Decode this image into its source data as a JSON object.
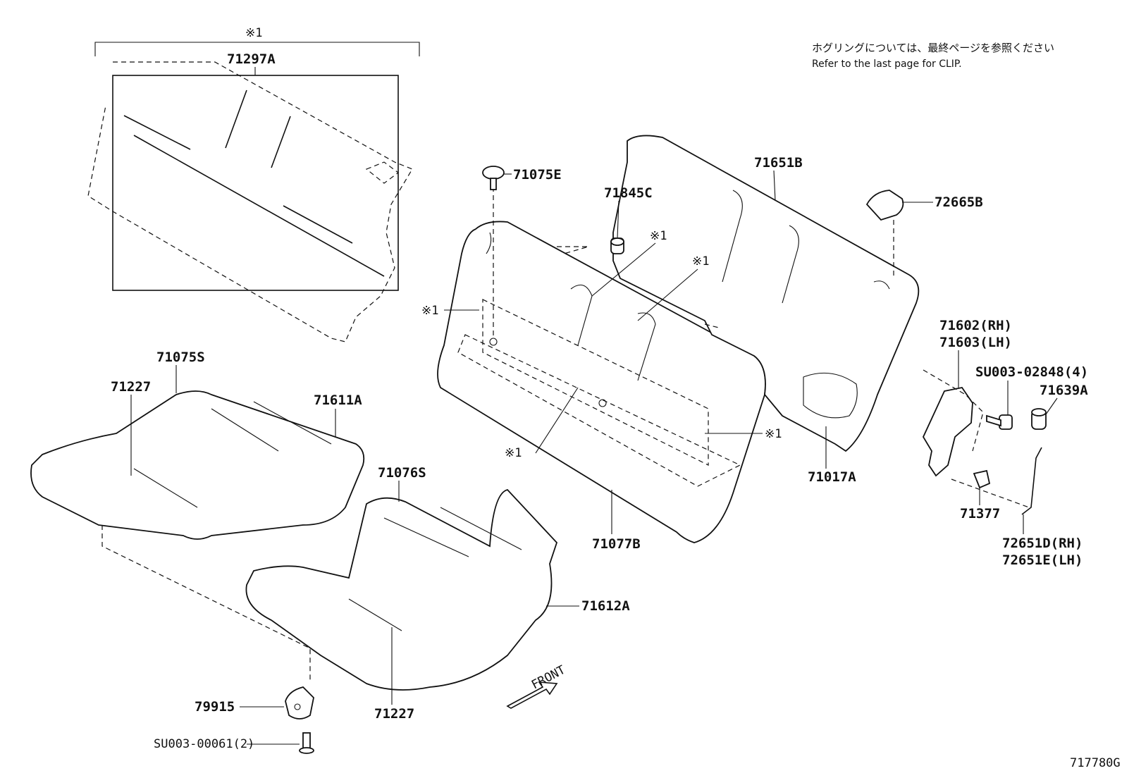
{
  "notes": {
    "jp": "ホグリングについては、最終ページを参照ください",
    "en": "Refer to the last page for CLIP."
  },
  "diagram_id": "717780G",
  "mark": "※1",
  "front_label": "FRONT",
  "parts": {
    "p71297A": "71297A",
    "p71075E": "71075E",
    "p71845C": "71845C",
    "p71651B": "71651B",
    "p72665B": "72665B",
    "p71602": "71602(RH)",
    "p71603": "71603(LH)",
    "pSU00302848": "SU003-02848(4)",
    "p71639A": "71639A",
    "p71017A": "71017A",
    "p71377": "71377",
    "p72651D": "72651D(RH)",
    "p72651E": "72651E(LH)",
    "p71077B": "71077B",
    "p71075S": "71075S",
    "p71227a": "71227",
    "p71611A": "71611A",
    "p71076S": "71076S",
    "p71612A": "71612A",
    "p79915": "79915",
    "p71227b": "71227",
    "pSU00300061": "SU003-00061(2)"
  }
}
